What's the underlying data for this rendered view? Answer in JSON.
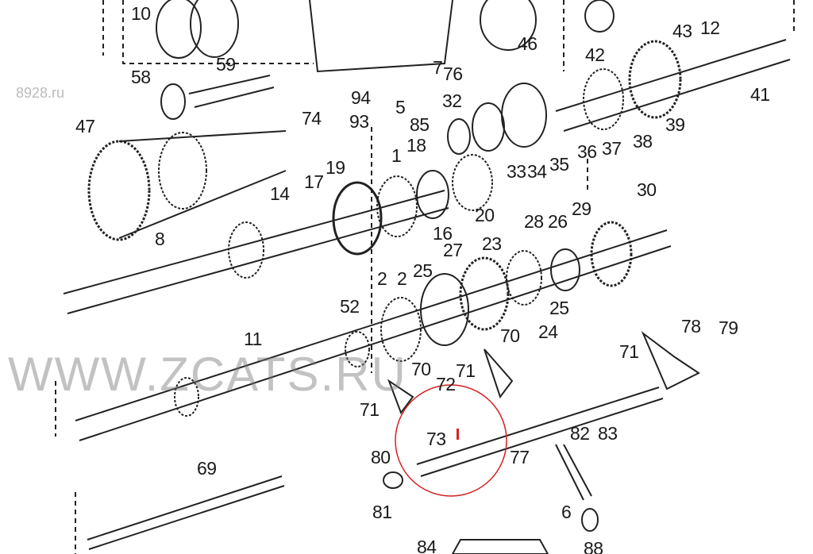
{
  "watermark": "WWW.ZCATS.RU",
  "watermark_small": "8928.ru",
  "highlight_color": "#d42020",
  "labels": [
    "10",
    "59",
    "58",
    "46",
    "42",
    "43",
    "12",
    "41",
    "94",
    "93",
    "74",
    "76",
    "5",
    "32",
    "85",
    "18",
    "47",
    "39",
    "38",
    "37",
    "36",
    "35",
    "34",
    "33",
    "19",
    "17",
    "14",
    "1",
    "30",
    "29",
    "28",
    "26",
    "20",
    "23",
    "16",
    "27",
    "8",
    "25",
    "2",
    "52",
    "25",
    "24",
    "11",
    "70",
    "78",
    "79",
    "71",
    "70",
    "71",
    "72",
    "71",
    "73",
    "80",
    "82",
    "83",
    "77",
    "69",
    "81",
    "6",
    "84",
    "88",
    "7",
    "2"
  ]
}
